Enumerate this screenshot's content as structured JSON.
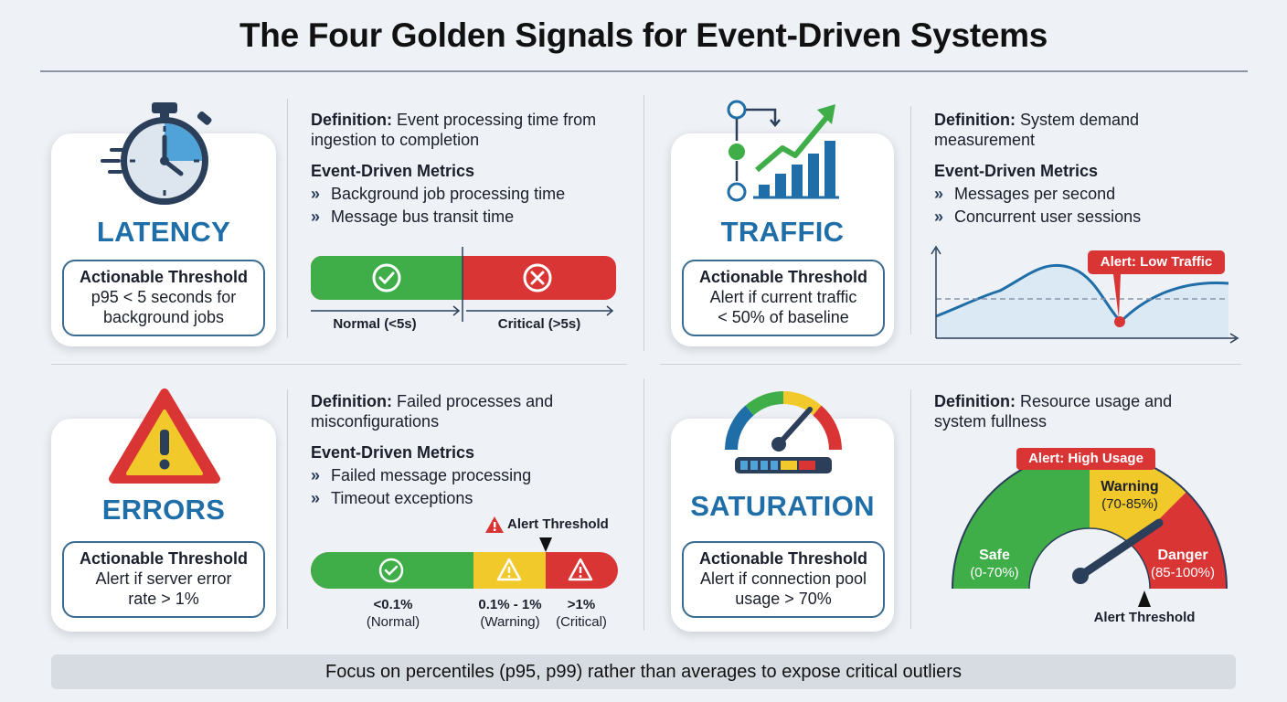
{
  "title": "The Four Golden Signals for Event-Driven Systems",
  "colors": {
    "accent": "#1f6ea8",
    "green": "#3fae49",
    "red": "#d93535",
    "yellow": "#f2c92b"
  },
  "latency": {
    "name": "LATENCY",
    "icon": "stopwatch-icon",
    "threshold_heading": "Actionable Threshold",
    "threshold_lines": [
      "p95 < 5 seconds for",
      "background jobs"
    ],
    "definition_label": "Definition:",
    "definition_lines": [
      "Event processing time from",
      "ingestion to completion"
    ],
    "metrics_heading": "Event-Driven Metrics",
    "metrics": [
      "Background job processing time",
      "Message bus transit time"
    ],
    "bar_labels": [
      "Normal (<5s)",
      "Critical (>5s)"
    ]
  },
  "traffic": {
    "name": "TRAFFIC",
    "icon": "bar-chart-trend-icon",
    "threshold_heading": "Actionable Threshold",
    "threshold_lines": [
      "Alert if current traffic",
      "< 50% of baseline"
    ],
    "definition_label": "Definition:",
    "definition_lines": [
      "System demand",
      "measurement"
    ],
    "metrics_heading": "Event-Driven Metrics",
    "metrics": [
      "Messages per second",
      "Concurrent user sessions"
    ],
    "alert_label": "Alert: Low Traffic"
  },
  "errors": {
    "name": "ERRORS",
    "icon": "warning-triangle-icon",
    "threshold_heading": "Actionable Threshold",
    "threshold_lines": [
      "Alert if server error",
      "rate > 1%"
    ],
    "definition_label": "Definition:",
    "definition_lines": [
      "Failed processes and",
      "misconfigurations"
    ],
    "metrics_heading": "Event-Driven Metrics",
    "metrics": [
      "Failed message processing",
      "Timeout exceptions"
    ],
    "alert_threshold_label": "Alert Threshold",
    "ranges": [
      {
        "value": "<0.1%",
        "status": "(Normal)"
      },
      {
        "value": "0.1% - 1%",
        "status": "(Warning)"
      },
      {
        "value": ">1%",
        "status": "(Critical)"
      }
    ]
  },
  "saturation": {
    "name": "SATURATION",
    "icon": "gauge-icon",
    "threshold_heading": "Actionable Threshold",
    "threshold_lines": [
      "Alert if connection pool",
      "usage > 70%"
    ],
    "definition_label": "Definition:",
    "definition_lines": [
      "Resource usage and",
      "system fullness"
    ],
    "alert_label": "Alert: High Usage",
    "zones": [
      {
        "name": "Safe",
        "range": "(0-70%)"
      },
      {
        "name": "Warning",
        "range": "(70-85%)"
      },
      {
        "name": "Danger",
        "range": "(85-100%)"
      }
    ],
    "alert_threshold_label": "Alert Threshold"
  },
  "footer": "Focus on percentiles (p95, p99) rather than averages to expose critical outliers"
}
